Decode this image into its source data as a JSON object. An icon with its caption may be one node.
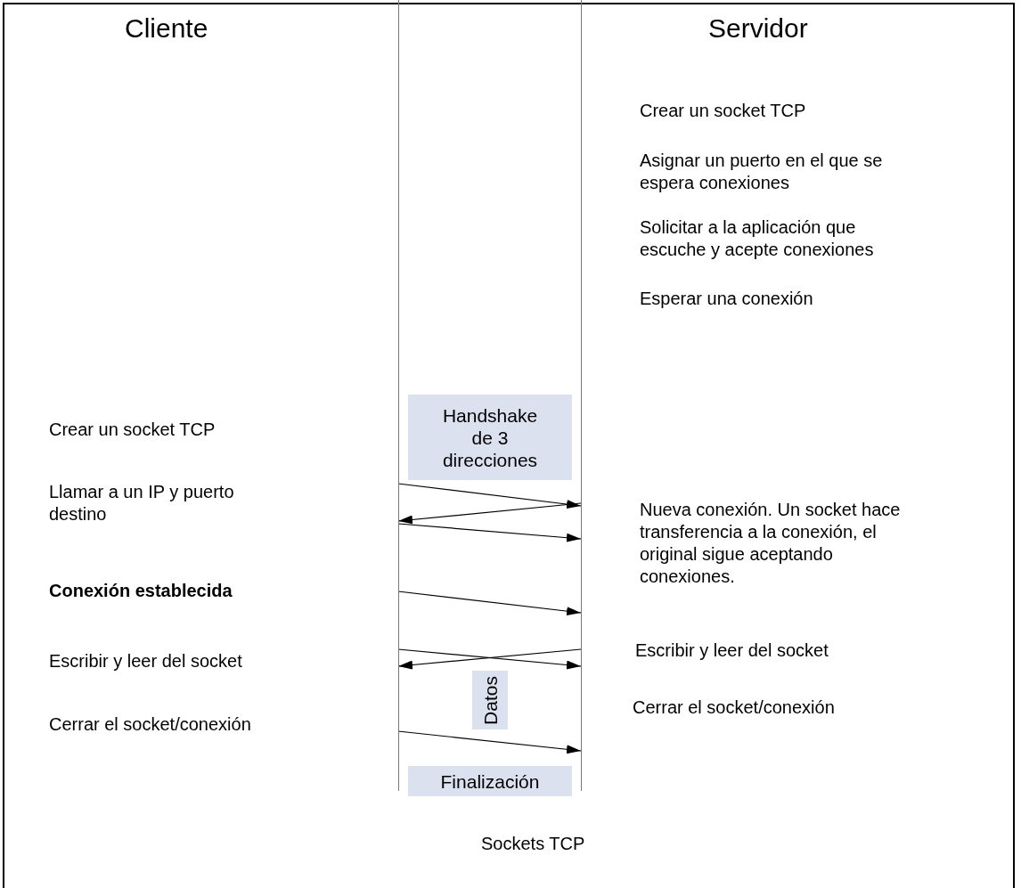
{
  "diagram": {
    "caption": "Sockets TCP",
    "nodes": [
      {
        "text": [],
        "shape": "bar"
      },
      {
        "text": [],
        "shape": "bar"
      },
      {
        "text": [
          "Handshake de 3 direcciones"
        ]
      },
      {
        "text": [
          "Datos"
        ]
      },
      {
        "text": [
          "Finalización"
        ]
      }
    ],
    "edges": [
      {
        "from": 0,
        "to": 1,
        "arrow": "to"
      },
      {
        "from": 1,
        "to": 0,
        "arrow": "to"
      },
      {
        "from": 0,
        "to": 1,
        "arrow": "to"
      },
      {
        "from": 0,
        "to": 1,
        "arrow": "to"
      },
      {
        "from": 0,
        "to": 1,
        "arrow": "to"
      },
      {
        "from": 1,
        "to": 0,
        "arrow": "to"
      },
      {
        "from": 0,
        "to": 1,
        "arrow": "to"
      }
    ],
    "labels": [
      "Cliente",
      "Servidor",
      "Crear un socket TCP",
      "Asignar un puerto en el que se espera conexiones",
      "Solicitar a la aplicación que escuche y acepte conexiones",
      "Esperar una conexión",
      "Crear un socket TCP",
      "Llamar a un IP y puerto destino",
      "Nueva conexión. Un socket hace transferencia a la conexión, el original sigue aceptando conexiones.",
      "Conexión establecida",
      "Escribir y leer del socket",
      "Escribir y leer del socket",
      "Cerrar el socket/conexión",
      "Cerrar el socket/conexión"
    ]
  }
}
